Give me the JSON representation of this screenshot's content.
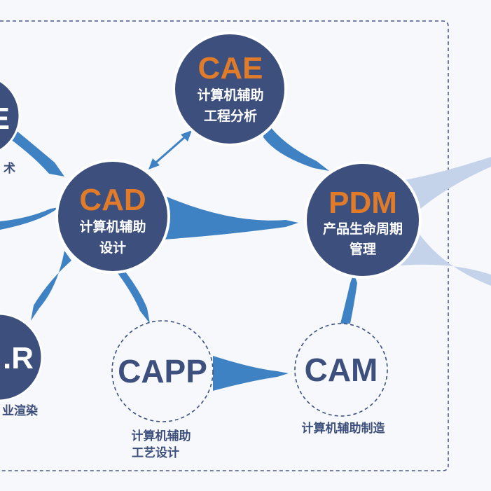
{
  "colors": {
    "node_fill": "#3d4f7c",
    "abbr_accent": "#e07b2a",
    "arrow": "#3f82c4",
    "arrow_light": "#c5d3ea",
    "outline_node_text": "#3d4f7c",
    "frame": "#4a5a8c"
  },
  "nodes": {
    "cae": {
      "abbr": "CAE",
      "line1": "计算机辅助",
      "line2": "工程分析"
    },
    "cad": {
      "abbr": "CAD",
      "line1": "计算机辅助",
      "line2": "设计"
    },
    "pdm": {
      "abbr": "PDM",
      "line1": "产品生命周期",
      "line2": "管理"
    },
    "capp": {
      "abbr": "CAPP",
      "caption1": "计算机辅助",
      "caption2": "工艺设计"
    },
    "cam": {
      "abbr": "CAM",
      "caption": "计算机辅助制造"
    },
    "left_top": {
      "abbr_fragment": "E",
      "caption_fragment": "术"
    },
    "left_bottom": {
      "abbr_fragment": ".R",
      "caption_fragment": "业渲染"
    }
  }
}
